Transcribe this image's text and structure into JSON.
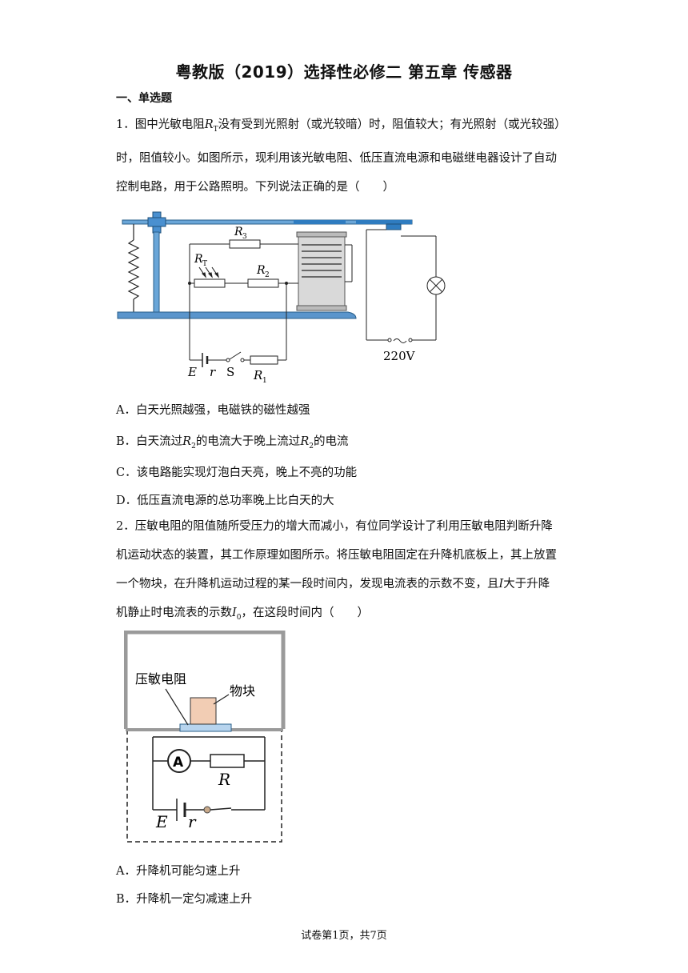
{
  "title": "粤教版（2019）选择性必修二 第五章 传感器",
  "section": "一、单选题",
  "q1": {
    "line1_a": "1．图中光敏电阻",
    "line1_var": "R",
    "line1_sub": "T",
    "line1_b": "没有受到光照射（或光较暗）时，阻值较大；有光照射（或光较强）",
    "line2": "时，阻值较小。如图所示，现利用该光敏电阻、低压直流电源和电磁继电器设计了自动",
    "line3": "控制电路，用于公路照明。下列说法正确的是（　　）",
    "figure": {
      "label_r3": "R",
      "label_r3_sub": "3",
      "label_rt": "R",
      "label_rt_sub": "T",
      "label_r2": "R",
      "label_r2_sub": "2",
      "label_r1": "R",
      "label_r1_sub": "1",
      "label_e": "E",
      "label_r": "r",
      "label_s": "S",
      "label_voltage": "220V"
    },
    "optA": "A．白天光照越强，电磁铁的磁性越强",
    "optB_a": "B．白天流过",
    "optB_var1": "R",
    "optB_sub1": "2",
    "optB_b": "的电流大于晚上流过",
    "optB_var2": "R",
    "optB_sub2": "2",
    "optB_c": "的电流",
    "optC": "C．该电路能实现灯泡白天亮，晚上不亮的功能",
    "optD": "D．低压直流电源的总功率晚上比白天的大"
  },
  "q2": {
    "line1": "2．压敏电阻的阻值随所受压力的增大而减小，有位同学设计了利用压敏电阻判断升降",
    "line2": "机运动状态的装置，其工作原理如图所示。将压敏电阻固定在升降机底板上，其上放置",
    "line3_a": "一个物块，在升降机运动过程的某一段时间内，发现电流表的示数不变，且",
    "line3_var": "I",
    "line3_b": "大于升降",
    "line4_a": "机静止时电流表的示数",
    "line4_var": "I",
    "line4_sub": "0",
    "line4_b": "，在这段时间内（　　）",
    "figure": {
      "label_sensor": "压敏电阻",
      "label_block": "物块",
      "label_ammeter": "A",
      "label_r": "R",
      "label_e": "E",
      "label_internal": "r"
    },
    "optA": "A．升降机可能匀速上升",
    "optB": "B．升降机一定匀减速上升"
  },
  "footer": "试卷第1页，共7页"
}
